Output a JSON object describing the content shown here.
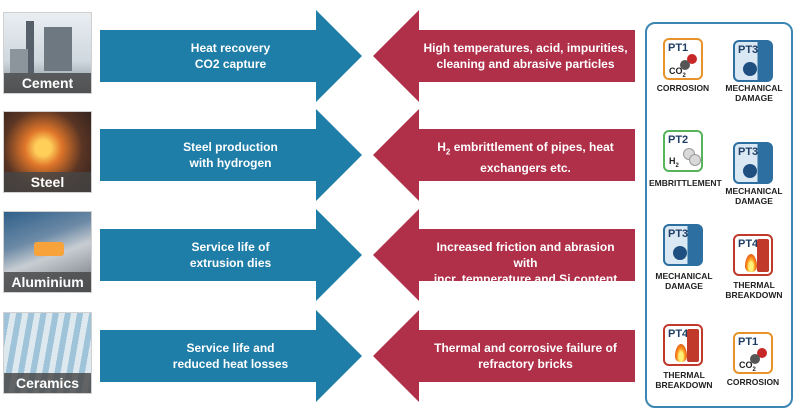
{
  "rows": [
    {
      "industry": "Cement",
      "benefit": [
        "Heat recovery",
        "CO2 capture"
      ],
      "challenge": [
        "High temperatures, acid, impurities,",
        "cleaning and abrasive particles"
      ]
    },
    {
      "industry": "Steel",
      "benefit": [
        "Steel production",
        "with hydrogen"
      ],
      "challenge_pre": "H",
      "challenge_sub": "2",
      "challenge_post": " embrittlement of pipes, heat",
      "challenge_line2": "exchangers etc."
    },
    {
      "industry": "Aluminium",
      "benefit": [
        "Service life of",
        "extrusion dies"
      ],
      "challenge": [
        "Increased friction and abrasion with",
        "incr. temperature and Si content"
      ]
    },
    {
      "industry": "Ceramics",
      "benefit": [
        "Service life and",
        "reduced heat losses"
      ],
      "challenge": [
        "Thermal and corrosive failure of",
        "refractory bricks"
      ]
    }
  ],
  "badges": {
    "pt1": {
      "code": "PT1",
      "symbol": "CO",
      "symbol_sub": "2",
      "name": "CORROSION"
    },
    "pt2": {
      "code": "PT2",
      "symbol": "H",
      "symbol_sub": "2",
      "name": "EMBRITTLEMENT"
    },
    "pt3": {
      "code": "PT3",
      "name_l1": "MECHANICAL",
      "name_l2": "DAMAGE"
    },
    "pt4": {
      "code": "PT4",
      "name_l1": "THERMAL",
      "name_l2": "BREAKDOWN"
    }
  },
  "colors": {
    "benefit_arrow": "#1f7ea8",
    "challenge_arrow": "#b0304a",
    "panel_border": "#3c86b3"
  }
}
